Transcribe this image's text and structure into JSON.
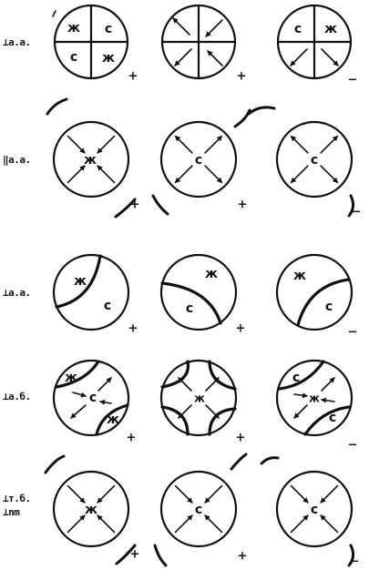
{
  "row_labels": {
    "r1": "⊥a.a.",
    "r2": "‖a.a.",
    "r3": "⊥a.a.",
    "r4": "⊥a.б.",
    "r5_line1": "⊥т.б.",
    "r5_line2": "⊥nm"
  },
  "letters": {
    "zh": "ж",
    "s": "с"
  },
  "signs": {
    "plus": "+",
    "minus": "−"
  },
  "colors": {
    "ink": "#111111",
    "background": "#ffffff"
  },
  "rows": [
    {
      "label": "⊥a.a.",
      "circles": [
        {
          "type": "quadrants",
          "letters": [
            "ж",
            "с",
            "с",
            "ж"
          ],
          "sign": "+"
        },
        {
          "type": "quadrant-arrows",
          "sign": "+"
        },
        {
          "type": "quadrants",
          "letters": [
            "с",
            "ж",
            "",
            ""
          ],
          "sign": "−"
        }
      ]
    },
    {
      "label": "‖a.a.",
      "circles": [
        {
          "type": "arrows-in",
          "center": "ж",
          "sign": "+"
        },
        {
          "type": "arrows-out",
          "center": "с",
          "sign": "+"
        },
        {
          "type": "arrows-out",
          "center": "с",
          "sign": "−"
        }
      ]
    },
    {
      "label": "⊥a.a.",
      "circles": [
        {
          "type": "arc-boundary",
          "letters": [
            "ж",
            "с"
          ],
          "sign": "+"
        },
        {
          "type": "arc-boundary",
          "letters": [
            "ж",
            "с"
          ],
          "sign": "+"
        },
        {
          "type": "arc-boundary",
          "letters": [
            "ж",
            "с"
          ],
          "sign": "−"
        }
      ]
    },
    {
      "label": "⊥a.б.",
      "circles": [
        {
          "type": "saddle",
          "letters": [
            "ж",
            "с",
            "ж"
          ],
          "sign": "+"
        },
        {
          "type": "saddle",
          "letters": [
            "ж"
          ],
          "sign": "+"
        },
        {
          "type": "saddle",
          "letters": [
            "с",
            "ж",
            "с"
          ],
          "sign": "−"
        }
      ]
    },
    {
      "label": "⊥т.б. ⊥nm",
      "circles": [
        {
          "type": "arrows-in",
          "center": "ж",
          "sign": "+"
        },
        {
          "type": "arrows-in",
          "center": "с",
          "sign": "+"
        },
        {
          "type": "arrows-in",
          "center": "с",
          "sign": "−"
        }
      ]
    }
  ]
}
